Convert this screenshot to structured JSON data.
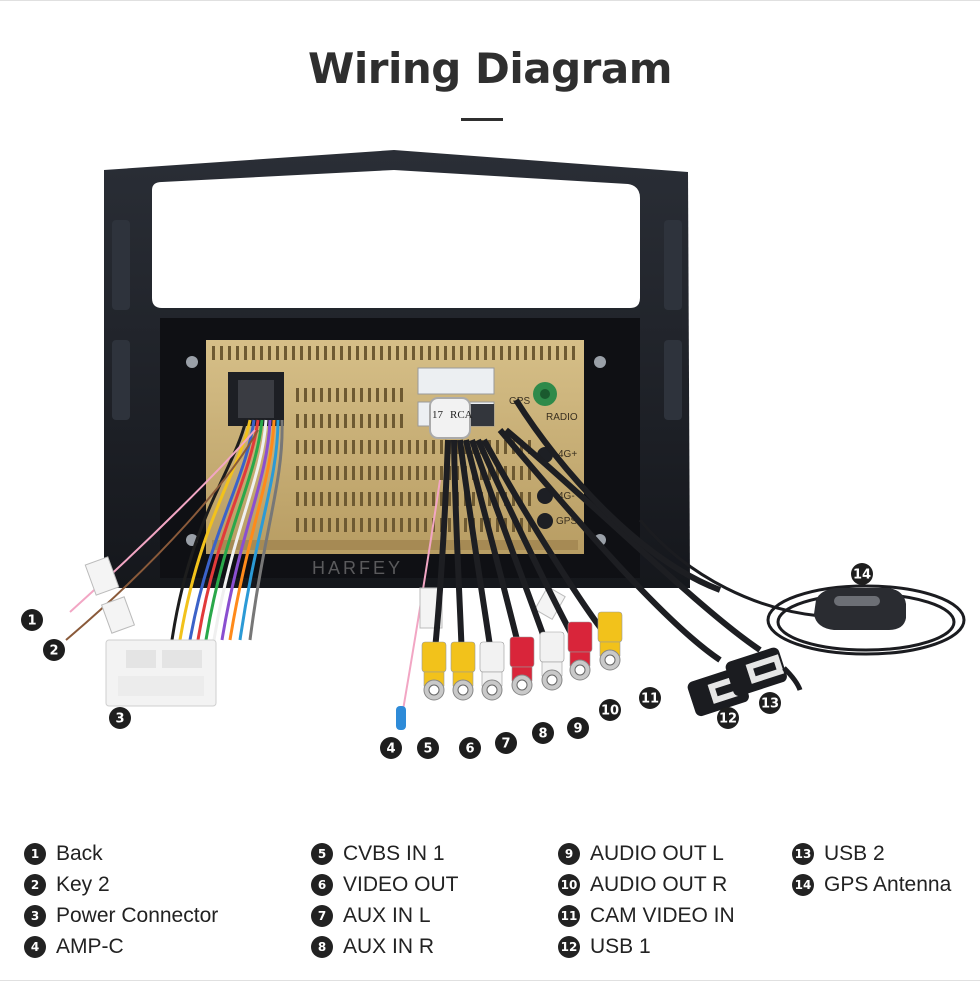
{
  "title": "Wiring Diagram",
  "watermark": "HARFEY",
  "unit_labels": [
    "GPS",
    "RADIO",
    "4G+",
    "4G-",
    "GPS"
  ],
  "tag_texts": [
    "17",
    "RCA"
  ],
  "callouts": [
    "1",
    "2",
    "3",
    "4",
    "5",
    "6",
    "7",
    "8",
    "9",
    "10",
    "11",
    "12",
    "13",
    "14"
  ],
  "legend": [
    {
      "num": "1",
      "label": "Back"
    },
    {
      "num": "2",
      "label": "Key 2"
    },
    {
      "num": "3",
      "label": "Power Connector"
    },
    {
      "num": "4",
      "label": "AMP-C"
    },
    {
      "num": "5",
      "label": "CVBS IN 1"
    },
    {
      "num": "6",
      "label": "VIDEO OUT"
    },
    {
      "num": "7",
      "label": "AUX IN L"
    },
    {
      "num": "8",
      "label": "AUX IN R"
    },
    {
      "num": "9",
      "label": "AUDIO OUT L"
    },
    {
      "num": "10",
      "label": "AUDIO OUT R"
    },
    {
      "num": "11",
      "label": "CAM VIDEO IN"
    },
    {
      "num": "12",
      "label": "USB 1"
    },
    {
      "num": "13",
      "label": "USB 2"
    },
    {
      "num": "14",
      "label": "GPS Antenna"
    }
  ],
  "colors": {
    "frame": "#1b1e24",
    "board": "#c9b078",
    "rca_yellow": "#f2c21b",
    "rca_red": "#d9253a",
    "rca_white": "#f2f2f2"
  }
}
